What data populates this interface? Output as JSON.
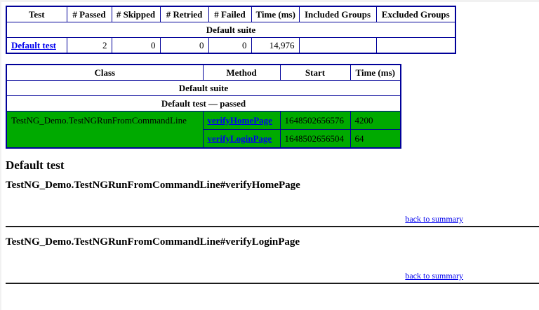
{
  "summary_table": {
    "headers": [
      "Test",
      "# Passed",
      "# Skipped",
      "# Retried",
      "# Failed",
      "Time (ms)",
      "Included Groups",
      "Excluded Groups"
    ],
    "suite_label": "Default suite",
    "row": {
      "test_link": "Default test",
      "passed": "2",
      "skipped": "0",
      "retried": "0",
      "failed": "0",
      "time_ms": "14,976",
      "included_groups": "",
      "excluded_groups": ""
    }
  },
  "methods_table": {
    "headers": [
      "Class",
      "Method",
      "Start",
      "Time (ms)"
    ],
    "suite_label": "Default suite",
    "test_label": "Default test — passed",
    "rows": [
      {
        "class": "TestNG_Demo.TestNGRunFromCommandLine",
        "method": "verifyHomePage",
        "start": "1648502656576",
        "time_ms": "4200"
      },
      {
        "class": "",
        "method": "verifyLoginPage",
        "start": "1648502656504",
        "time_ms": "64"
      }
    ]
  },
  "details": {
    "test_title": "Default test",
    "sections": [
      {
        "heading": "TestNG_Demo.TestNGRunFromCommandLine#verifyHomePage",
        "back_link": "back to summary"
      },
      {
        "heading": "TestNG_Demo.TestNGRunFromCommandLine#verifyLoginPage",
        "back_link": "back to summary"
      }
    ]
  },
  "colors": {
    "passed_green": "#00AA00",
    "table_border": "#000099",
    "link_blue": "#0000EE",
    "rule_dark": "#1C1C1C"
  }
}
